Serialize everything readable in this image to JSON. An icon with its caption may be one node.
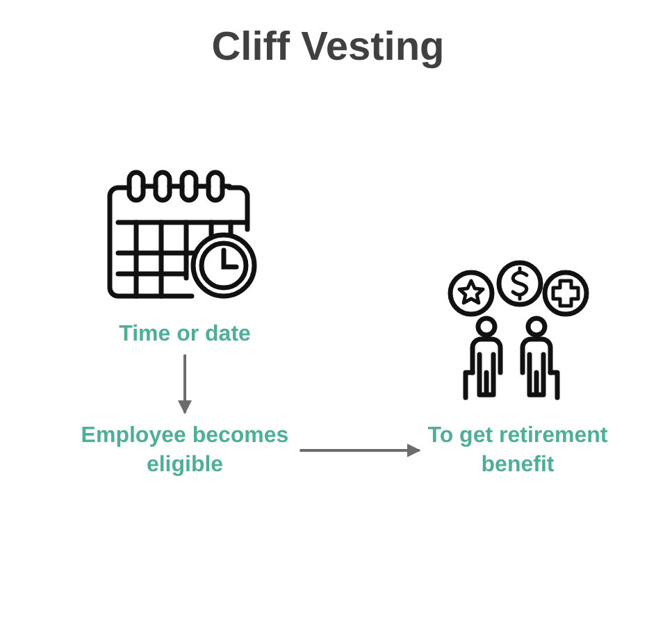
{
  "diagram": {
    "title": "Cliff Vesting",
    "nodes": [
      {
        "text": [
          "Time or date"
        ]
      },
      {
        "text": [
          "Employee becomes eligible"
        ]
      },
      {
        "text": [
          "To get retirement benefit"
        ]
      }
    ],
    "edges": [
      {
        "from": 0,
        "to": 1,
        "arrow": "to"
      },
      {
        "from": 1,
        "to": 2,
        "arrow": "to"
      }
    ]
  }
}
